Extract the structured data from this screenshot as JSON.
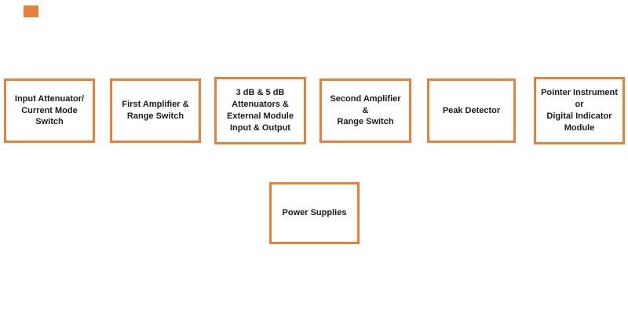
{
  "diagram": {
    "accent_color": "#E8803C",
    "text_color": "#1a1a1a",
    "top_row": [
      {
        "label": "Input Attenuator/\nCurrent Mode\nSwitch"
      },
      {
        "label": "First Amplifier &\nRange Switch"
      },
      {
        "label": "3 dB & 5 dB\nAttenuators &\nExternal Module\nInput & Output"
      },
      {
        "label": "Second Amplifier &\nRange Switch"
      },
      {
        "label": "Peak Detector"
      },
      {
        "label": "Pointer Instrument\nor\nDigital Indicator\nModule"
      }
    ],
    "bottom_row": [
      {
        "label": "Power Supplies"
      }
    ]
  }
}
